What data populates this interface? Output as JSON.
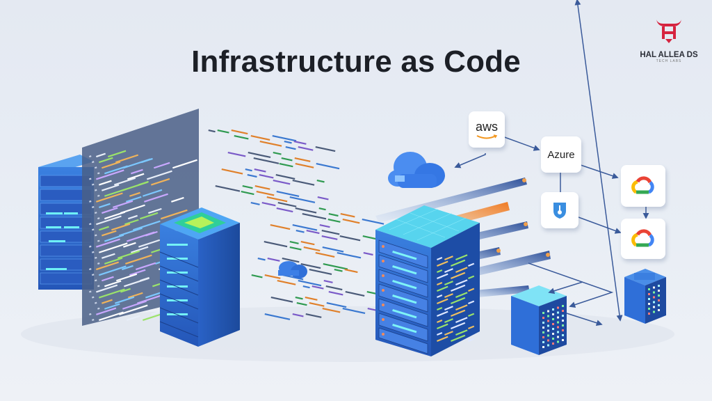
{
  "title": "Infrastructure as Code",
  "logo": {
    "brand": "HAL ALLEA DS",
    "tagline": "TECH LABS",
    "color": "#d6233f"
  },
  "providers": {
    "aws": {
      "label": "aws",
      "icon": "aws-logo-icon"
    },
    "azure": {
      "label": "Azure",
      "icon": "azure-node"
    },
    "gcp_top": {
      "icon": "google-cloud-icon"
    },
    "gcp_bottom": {
      "icon": "google-cloud-icon"
    },
    "security": {
      "icon": "shield-key-icon"
    }
  },
  "colors": {
    "server_blue": "#2f6fd0",
    "server_dark": "#1e4a9e",
    "accent_cyan": "#5fe3f0",
    "arrow": "#3a5a9a",
    "background": "#e6ebf3"
  }
}
